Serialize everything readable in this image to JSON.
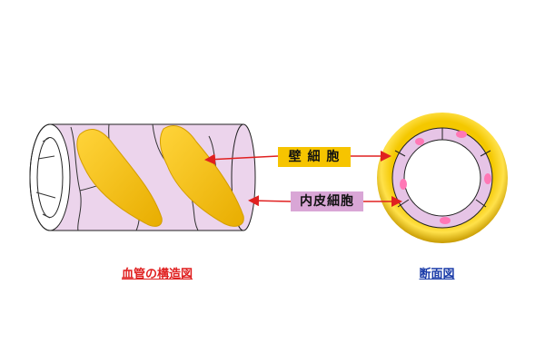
{
  "labels": {
    "pericyte": "壁 細 胞",
    "endothelial": "内皮細胞"
  },
  "captions": {
    "structure": "血管の構造図",
    "cross_section": "断面図"
  },
  "colors": {
    "pericyte": "#f6c400",
    "endothelium": "#e6c4e6",
    "nucleus": "#ff77b5",
    "arrow": "#e02020",
    "caption_red": "#e02020",
    "caption_blue": "#1a3ba8"
  }
}
